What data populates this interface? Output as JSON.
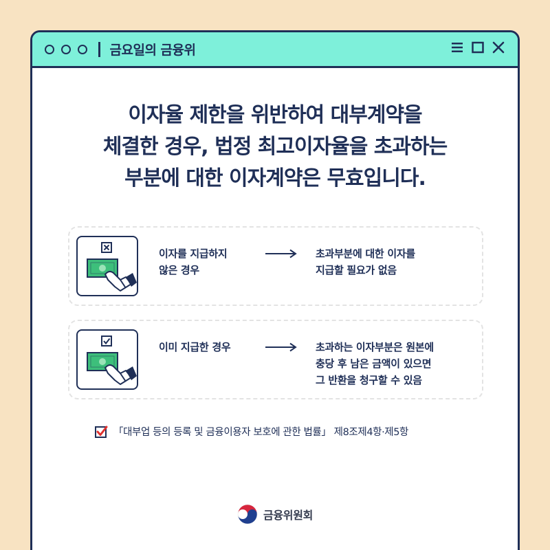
{
  "window": {
    "title": "금요일의 금융위",
    "controls": [
      "menu-icon",
      "maximize-icon",
      "close-icon"
    ]
  },
  "headline": {
    "lines": [
      "이자율 제한을 위반하여 대부계약을",
      "체결한 경우, 법정 최고이자율을 초과하는",
      "부분에 대한 이자계약은 무효입니다."
    ]
  },
  "cases": [
    {
      "icon": "x-box-money-hand-icon",
      "condition": [
        "이자를 지급하지",
        "않은 경우"
      ],
      "result": [
        "초과부분에 대한 이자를",
        "지급할 필요가 없음"
      ]
    },
    {
      "icon": "check-box-money-hand-icon",
      "condition": [
        "이미 지급한 경우"
      ],
      "result": [
        "초과하는 이자부분은 원본에",
        "충당 후 남은 금액이 있으면",
        "그 반환을 청구할 수 있음"
      ]
    }
  ],
  "law_reference": "「대부업 등의 등록 및 금융이용자 보호에 관한 법률」 제8조제4항·제5항",
  "footer": {
    "organization": "금융위원회"
  },
  "colors": {
    "background": "#f8e3c2",
    "titlebar": "#7ef0da",
    "navy": "#1f2f57",
    "money": "#3dbf7b",
    "check_red": "#e0322f"
  }
}
